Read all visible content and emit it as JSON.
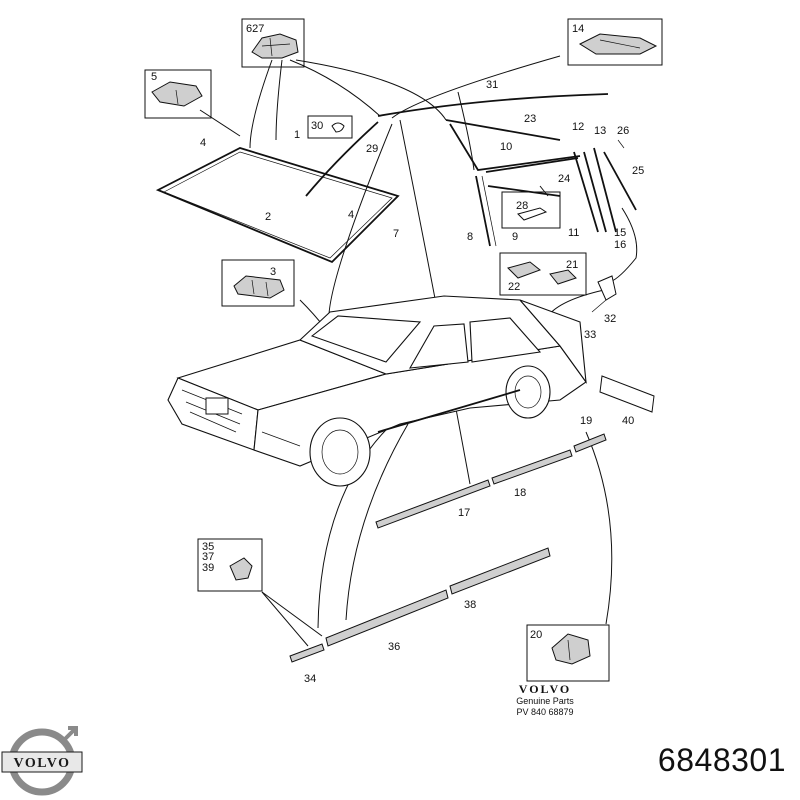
{
  "callouts": {
    "c627": "627",
    "c5": "5",
    "c14": "14",
    "c31": "31",
    "c30": "30",
    "c1": "1",
    "c29": "29",
    "c4a": "4",
    "c4b": "4",
    "c2": "2",
    "c7": "7",
    "c23": "23",
    "c12": "12",
    "c13": "13",
    "c26": "26",
    "c10": "10",
    "c25": "25",
    "c24": "24",
    "c28": "28",
    "c8": "8",
    "c9": "9",
    "c11": "11",
    "c15": "15",
    "c16": "16",
    "c3": "3",
    "c21": "21",
    "c22": "22",
    "c32": "32",
    "c33": "33",
    "c40": "40",
    "c19": "19",
    "c18": "18",
    "c17": "17",
    "c35": "35",
    "c37": "37",
    "c39": "39",
    "c38": "38",
    "c36": "36",
    "c20": "20",
    "c34": "34"
  },
  "caption": {
    "brand": "VOLVO",
    "genuine": "Genuine Parts",
    "pv": "PV 840 68879"
  },
  "logo": {
    "text": "VOLVO",
    "color": "#1a1a1a",
    "ring_color": "#8a8a8a"
  },
  "part_number": "6848301"
}
